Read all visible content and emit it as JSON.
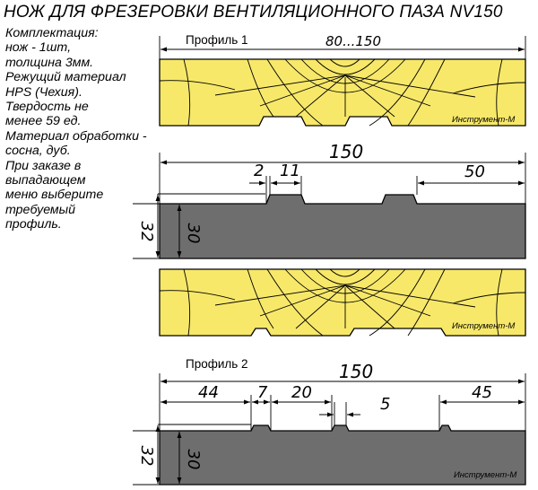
{
  "title": "НОЖ ДЛЯ ФРЕЗЕРОВКИ ВЕНТИЛЯЦИОННОГО ПАЗА NV150",
  "description": [
    "Комплектация:",
    "нож - 1шт,",
    "толщина 3мм.",
    "Режущий материал",
    "HPS (Чехия).",
    "Твердость не",
    "менее 59 ед.",
    "Материал обработки -",
    "сосна, дуб.",
    "При заказе в",
    "выпадающем",
    "меню выберите",
    "требуемый",
    "профиль."
  ],
  "colors": {
    "wood": "#f7e86a",
    "knife": "#6e6e6e",
    "line": "#000000"
  },
  "profile1": {
    "label": "Профиль 1",
    "board_width_dim": "80...150",
    "board_brand": "Инструмент-М",
    "knife_dims": {
      "total": "150",
      "d1": "2",
      "d2": "11",
      "d3": "50",
      "height": "32",
      "inner_height": "30"
    }
  },
  "profile2": {
    "label": "Профиль 2",
    "board_brand": "Инструмент-М",
    "knife_dims": {
      "total": "150",
      "d1": "44",
      "d2": "7",
      "d3": "20",
      "d4": "5",
      "d5": "45",
      "height": "32",
      "inner_height": "30"
    },
    "knife_brand": "Инструмент-М"
  }
}
